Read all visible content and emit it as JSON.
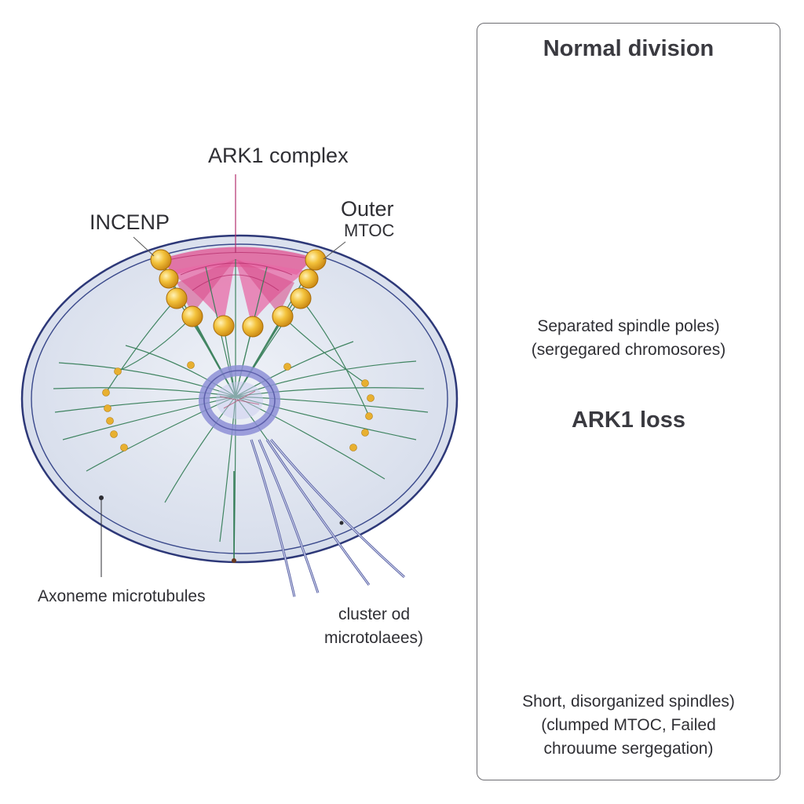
{
  "main_labels": {
    "ark1_complex": "ARK1 complex",
    "incenp": "INCENP",
    "outer": "Outer",
    "mtoc": "MTOC",
    "axoneme": "Axoneme microtubules",
    "cluster_line1": "cluster od",
    "cluster_line2": "microtolaees)"
  },
  "panels": [
    {
      "title": "Normal division",
      "caption": [
        "Separated spindle poles)",
        "(sergegared chromosores)"
      ]
    },
    {
      "title": "ARK1 loss",
      "caption": [
        "Short, disorganized spindles)",
        "(clumped MTOC, Failed",
        "chrouume sergegation)"
      ]
    }
  ],
  "colors": {
    "cell_fill": "#dde3ef",
    "cell_stroke": "#2d3878",
    "microtubule": "#2f7a52",
    "mtoc": "#e8b030",
    "ark1": "#e0609a",
    "chromosome": "#8d8fd6",
    "panel_bg": "#dfe6f3"
  }
}
